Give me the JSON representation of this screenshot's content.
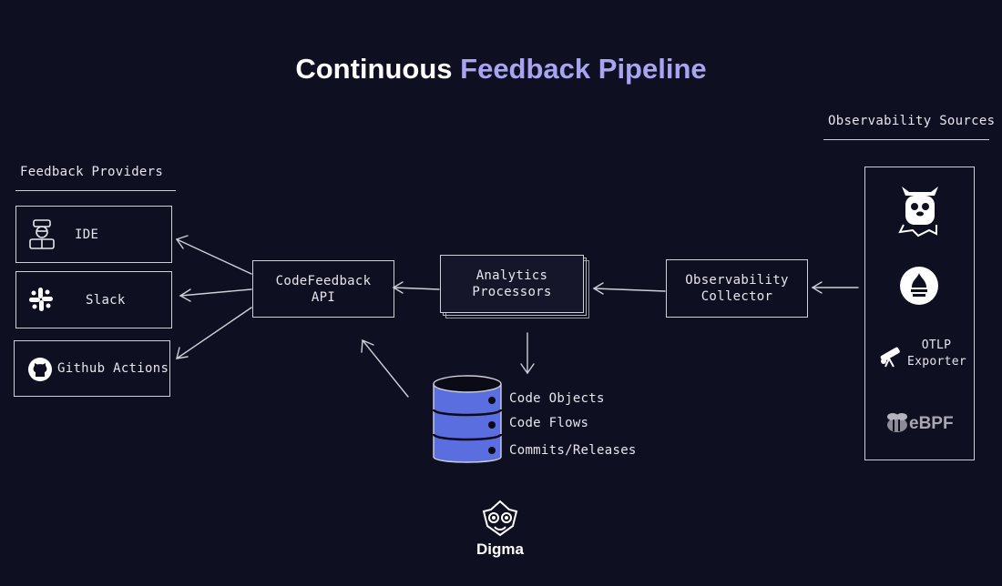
{
  "title": {
    "part1": "Continuous ",
    "part2": "Feedback Pipeline"
  },
  "feedback_providers": {
    "heading": "Feedback Providers",
    "items": [
      {
        "label": "IDE",
        "icon": "developer-icon"
      },
      {
        "label": "Slack",
        "icon": "slack-icon"
      },
      {
        "label": "Github Actions",
        "icon": "github-icon"
      }
    ]
  },
  "codefeedback_api": {
    "line1": "CodeFeedback",
    "line2": "API"
  },
  "analytics_processors": {
    "line1": "Analytics",
    "line2": "Processors"
  },
  "observability_collector": {
    "line1": "Observability",
    "line2": "Collector"
  },
  "database": {
    "icon": "database-icon",
    "items": [
      "Code Objects",
      "Code Flows",
      "Commits/Releases"
    ]
  },
  "observability_sources": {
    "heading": "Observability Sources",
    "items": [
      {
        "icon": "go-gopher-icon"
      },
      {
        "icon": "prometheus-icon"
      },
      {
        "icon": "telescope-icon",
        "label_line1": "OTLP",
        "label_line2": "Exporter"
      },
      {
        "icon": "ebpf-bee-icon",
        "label": "eBPF"
      }
    ]
  },
  "brand": {
    "name": "Digma",
    "icon": "digma-logo-icon"
  },
  "colors": {
    "background": "#0f0f22",
    "title_accent": "#a8a4f0",
    "database_fill": "#5b6ee0",
    "line": "#cfcfd8"
  }
}
